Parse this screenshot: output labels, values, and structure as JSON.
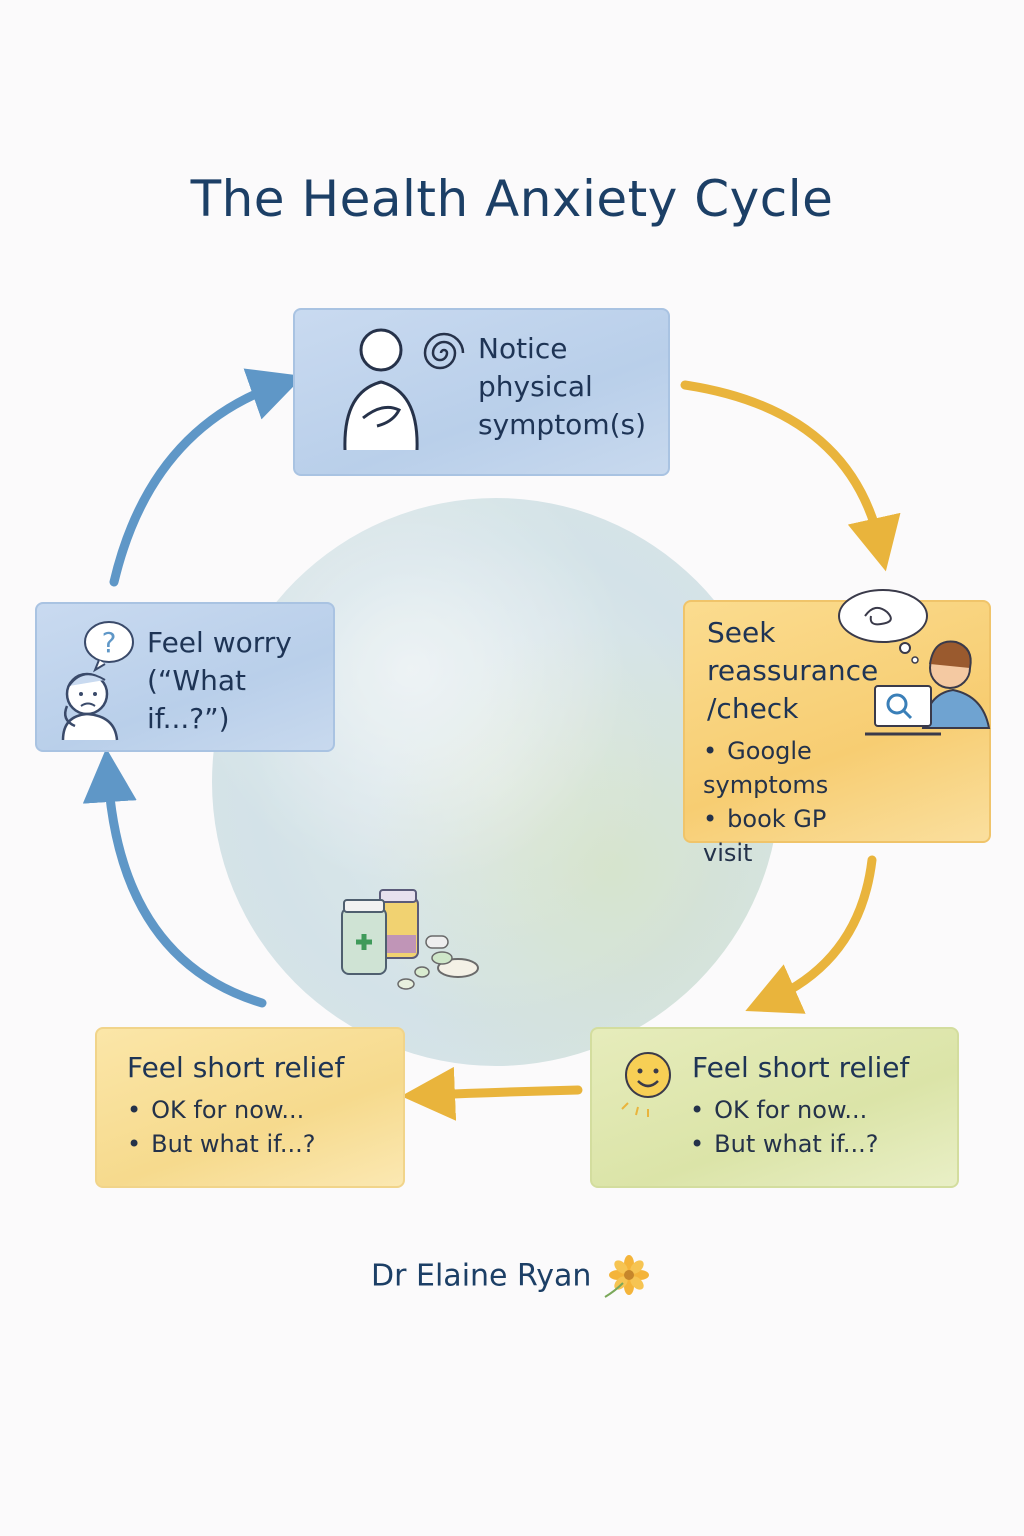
{
  "title": "The Health Anxiety Cycle",
  "steps": {
    "notice": {
      "text": "Notice physical symptom(s)"
    },
    "seek": {
      "text": "Seek reassurance /check",
      "bullets": [
        "Google symptoms",
        "book GP visit"
      ]
    },
    "relief_right": {
      "text": "Feel short relief",
      "bullets": [
        "OK for now...",
        "But what if...?"
      ]
    },
    "relief_left": {
      "text": "Feel short relief",
      "bullets": [
        "OK for now...",
        "But what if...?"
      ]
    },
    "worry": {
      "text": "Feel worry (“What if...?”)"
    }
  },
  "signature": "Dr Elaine Ryan",
  "colors": {
    "blue_arrow": "#5f97c7",
    "gold_arrow": "#e9b43c",
    "title": "#1c3f66"
  }
}
